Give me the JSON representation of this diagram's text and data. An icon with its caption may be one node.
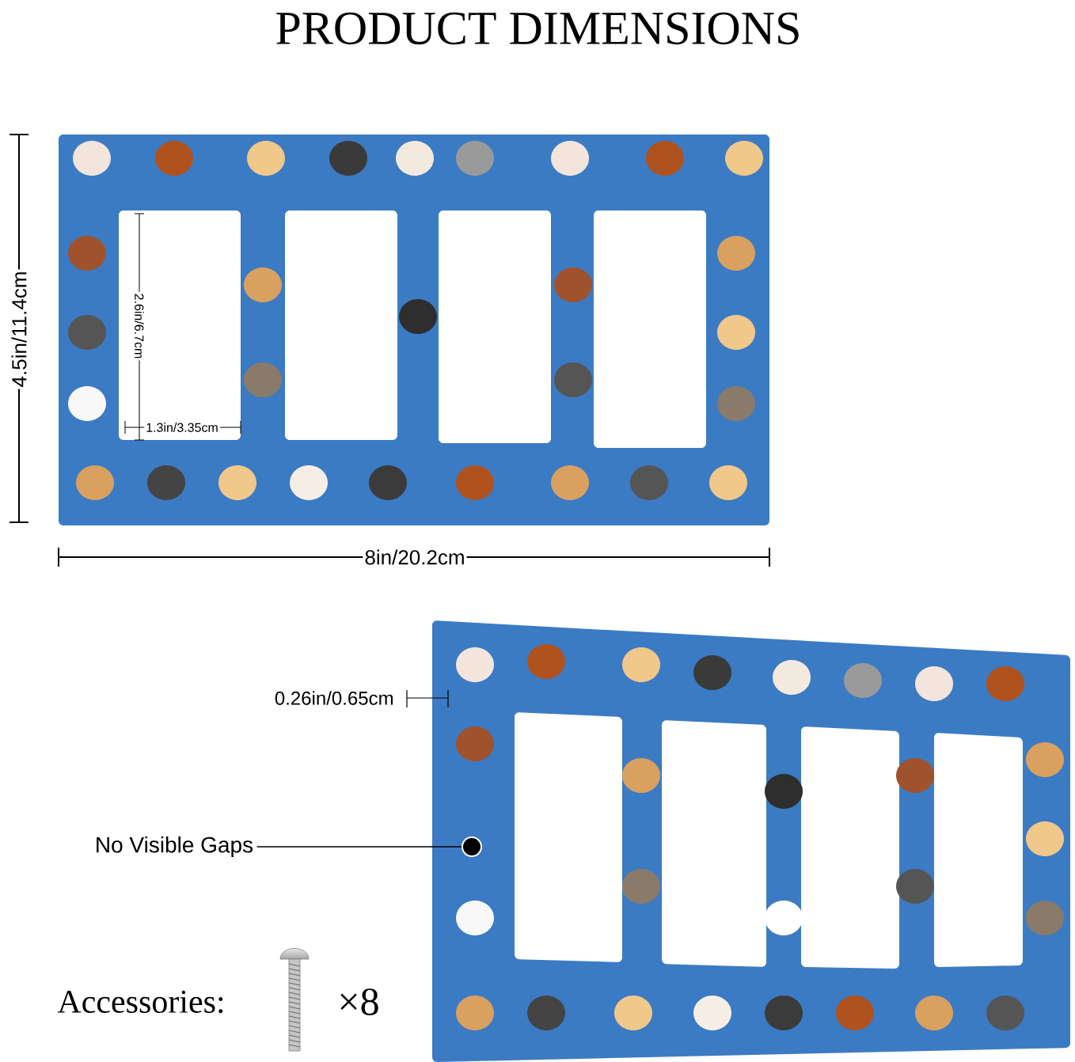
{
  "diagram": {
    "title": "PRODUCT DIMENSIONS",
    "nodes": [
      {
        "text": [
          "No Visible Gaps"
        ]
      },
      {
        "text": [],
        "shape": "circle"
      }
    ],
    "edges": [
      {
        "from": 0,
        "to": 1,
        "arrow": "none"
      }
    ],
    "labels": [
      "4.5in/11.4cm",
      "2.6in/6.7cm",
      "1.3in/3.35cm",
      "8in/20.2cm",
      "0.26in/0.65cm",
      "Accessories:",
      "×8"
    ]
  }
}
